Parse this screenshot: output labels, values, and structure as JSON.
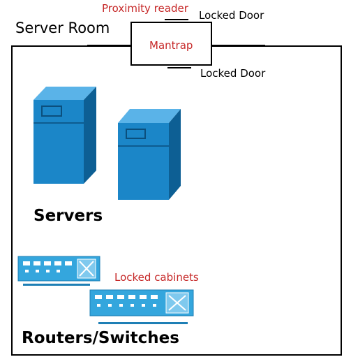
{
  "labels": {
    "room_title": "Server Room",
    "proximity_reader": "Proximity reader",
    "locked_door_top": "Locked Door",
    "locked_door_bottom": "Locked Door",
    "mantrap": "Mantrap",
    "servers": "Servers",
    "locked_cabinets": "Locked cabinets",
    "routers_switches": "Routers/Switches"
  },
  "colors": {
    "annotation_red": "#c62828",
    "device_blue": "#1b86c8",
    "device_blue_dark": "#0d5f94",
    "switch_blue": "#34a6dd"
  },
  "icons": [
    "server-icon",
    "server-icon",
    "switch-icon",
    "switch-icon"
  ]
}
